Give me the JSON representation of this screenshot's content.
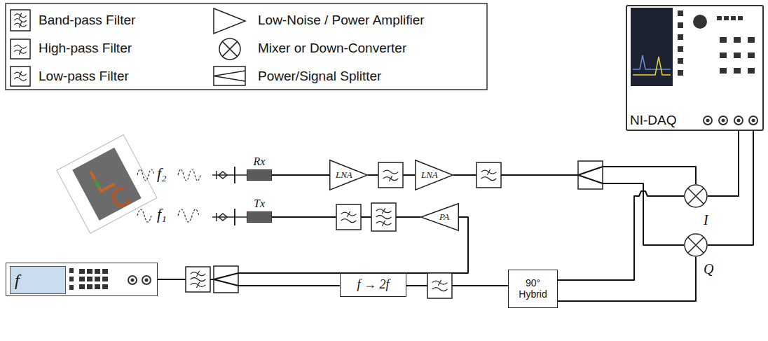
{
  "diagram": {
    "nodes": [
      {
        "text": [
          "NI-DAQ"
        ]
      },
      {
        "text": [
          "Rx"
        ]
      },
      {
        "text": [
          "LNA"
        ]
      },
      {
        "text": [
          "LNA"
        ]
      },
      {
        "text": [
          "I"
        ]
      },
      {
        "text": [
          "Tx"
        ]
      },
      {
        "text": [
          "PA"
        ]
      },
      {
        "text": [
          "Q"
        ]
      },
      {
        "text": [
          "f"
        ]
      },
      {
        "text": [
          "f → 2f"
        ]
      },
      {
        "text": [
          "90° Hybrid"
        ]
      }
    ],
    "edges": [
      {
        "from": 1,
        "to": 2,
        "arrow": "none"
      },
      {
        "from": 2,
        "to": 3,
        "arrow": "none"
      },
      {
        "from": 3,
        "to": 4,
        "arrow": "none"
      },
      {
        "from": 3,
        "to": 7,
        "arrow": "none"
      },
      {
        "from": 4,
        "to": 0,
        "arrow": "none"
      },
      {
        "from": 7,
        "to": 0,
        "arrow": "none"
      },
      {
        "from": 8,
        "to": 6,
        "arrow": "none"
      },
      {
        "from": 6,
        "to": 5,
        "arrow": "none"
      },
      {
        "from": 8,
        "to": 9,
        "arrow": "none"
      },
      {
        "from": 9,
        "to": 10,
        "arrow": "none"
      },
      {
        "from": 10,
        "to": 4,
        "arrow": "none"
      },
      {
        "from": 10,
        "to": 7,
        "arrow": "none"
      }
    ],
    "labels": [
      "f₂",
      "f₁"
    ],
    "legend": [
      {
        "text": "Band-pass Filter"
      },
      {
        "text": "High-pass Filter"
      },
      {
        "text": "Low-pass Filter"
      },
      {
        "text": "Low-Noise / Power Amplifier"
      },
      {
        "text": "Mixer or Down-Converter"
      },
      {
        "text": "Power/Signal Splitter"
      }
    ]
  }
}
